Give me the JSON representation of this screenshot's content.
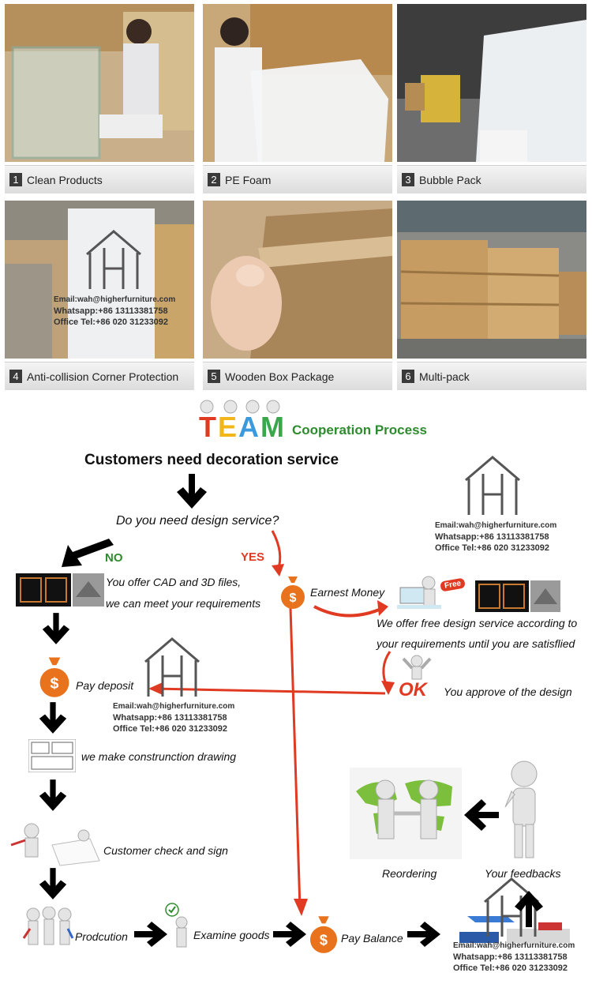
{
  "packing_steps": [
    {
      "num": "1",
      "label": "Clean Products"
    },
    {
      "num": "2",
      "label": "PE Foam"
    },
    {
      "num": "3",
      "label": "Bubble Pack"
    },
    {
      "num": "4",
      "label": "Anti-collision Corner Protection"
    },
    {
      "num": "5",
      "label": "Wooden Box Package"
    },
    {
      "num": "6",
      "label": "Multi-pack"
    }
  ],
  "team": {
    "logo_text": "TEAM",
    "title": "Cooperation Process"
  },
  "contact": {
    "email": "Email:wah@higherfurniture.com",
    "whatsapp": "Whatsapp:+86 13113381758",
    "office": "Office Tel:+86 020 31233092"
  },
  "flow": {
    "start": "Customers need decoration service",
    "question": "Do you need design service?",
    "no": "NO",
    "yes": "YES",
    "cad_line1": "You offer CAD and 3D files,",
    "cad_line2": "we can meet your requirements",
    "earnest": "Earnest Money",
    "free_badge": "Free",
    "free_line1": "We offer free design service according to",
    "free_line2": "your requirements until you are satisflied",
    "ok": "OK",
    "approve": "You approve of the design",
    "deposit": "Pay deposit",
    "drawing": "we make construnction drawing",
    "check": "Customer check and sign",
    "reordering": "Reordering",
    "feedbacks": "Your feedbacks",
    "production": "Prodcution",
    "examine": "Examine goods",
    "balance": "Pay Balance"
  },
  "colors": {
    "accent_red": "#e03b22",
    "money_orange": "#e8731c",
    "green_title": "#2e8b2e"
  }
}
